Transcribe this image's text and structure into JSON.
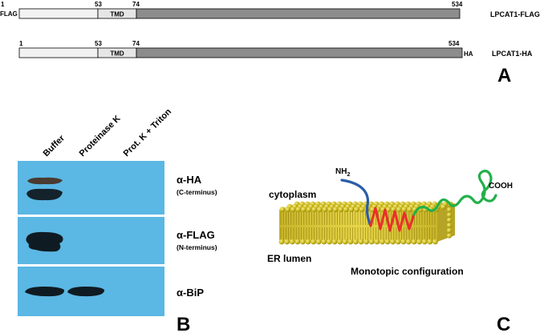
{
  "panel_a": {
    "letter": "A",
    "constructs": [
      {
        "name": "LPCAT1-FLAG",
        "tag": "FLAG",
        "tag_side": "N",
        "pos_start": "1",
        "pos_tmd_start": "53",
        "pos_tmd_end": "74",
        "pos_end": "534",
        "tmd_label": "TMD"
      },
      {
        "name": "LPCAT1-HA",
        "tag": "HA",
        "tag_side": "C",
        "pos_start": "1",
        "pos_tmd_start": "53",
        "pos_tmd_end": "74",
        "pos_end": "534",
        "tmd_label": "TMD"
      }
    ],
    "colors": {
      "n_term": "#f2f2f2",
      "tmd": "#e6e6e6",
      "body": "#8c8c8c"
    }
  },
  "panel_b": {
    "letter": "B",
    "lanes": [
      "Buffer",
      "Proteinase K",
      "Prot. K + Triton"
    ],
    "blots": [
      {
        "label": "α-HA",
        "sublabel": "(C-terminus)"
      },
      {
        "label": "α-FLAG",
        "sublabel": "(N-terminus)"
      },
      {
        "label": "α-BiP",
        "sublabel": ""
      }
    ],
    "colors": {
      "blot_bg": "#5bb7e3",
      "band": "#0f1b22"
    }
  },
  "panel_c": {
    "letter": "C",
    "nh2": "NH",
    "nh2_sub": "2",
    "cooh": "COOH",
    "cytoplasm": "cytoplasm",
    "er_lumen": "ER lumen",
    "caption": "Monotopic configuration",
    "colors": {
      "lipid": "#d9c91a",
      "n_chain": "#2b5ca8",
      "helix": "#e8302a",
      "c_chain": "#22b04a"
    }
  }
}
